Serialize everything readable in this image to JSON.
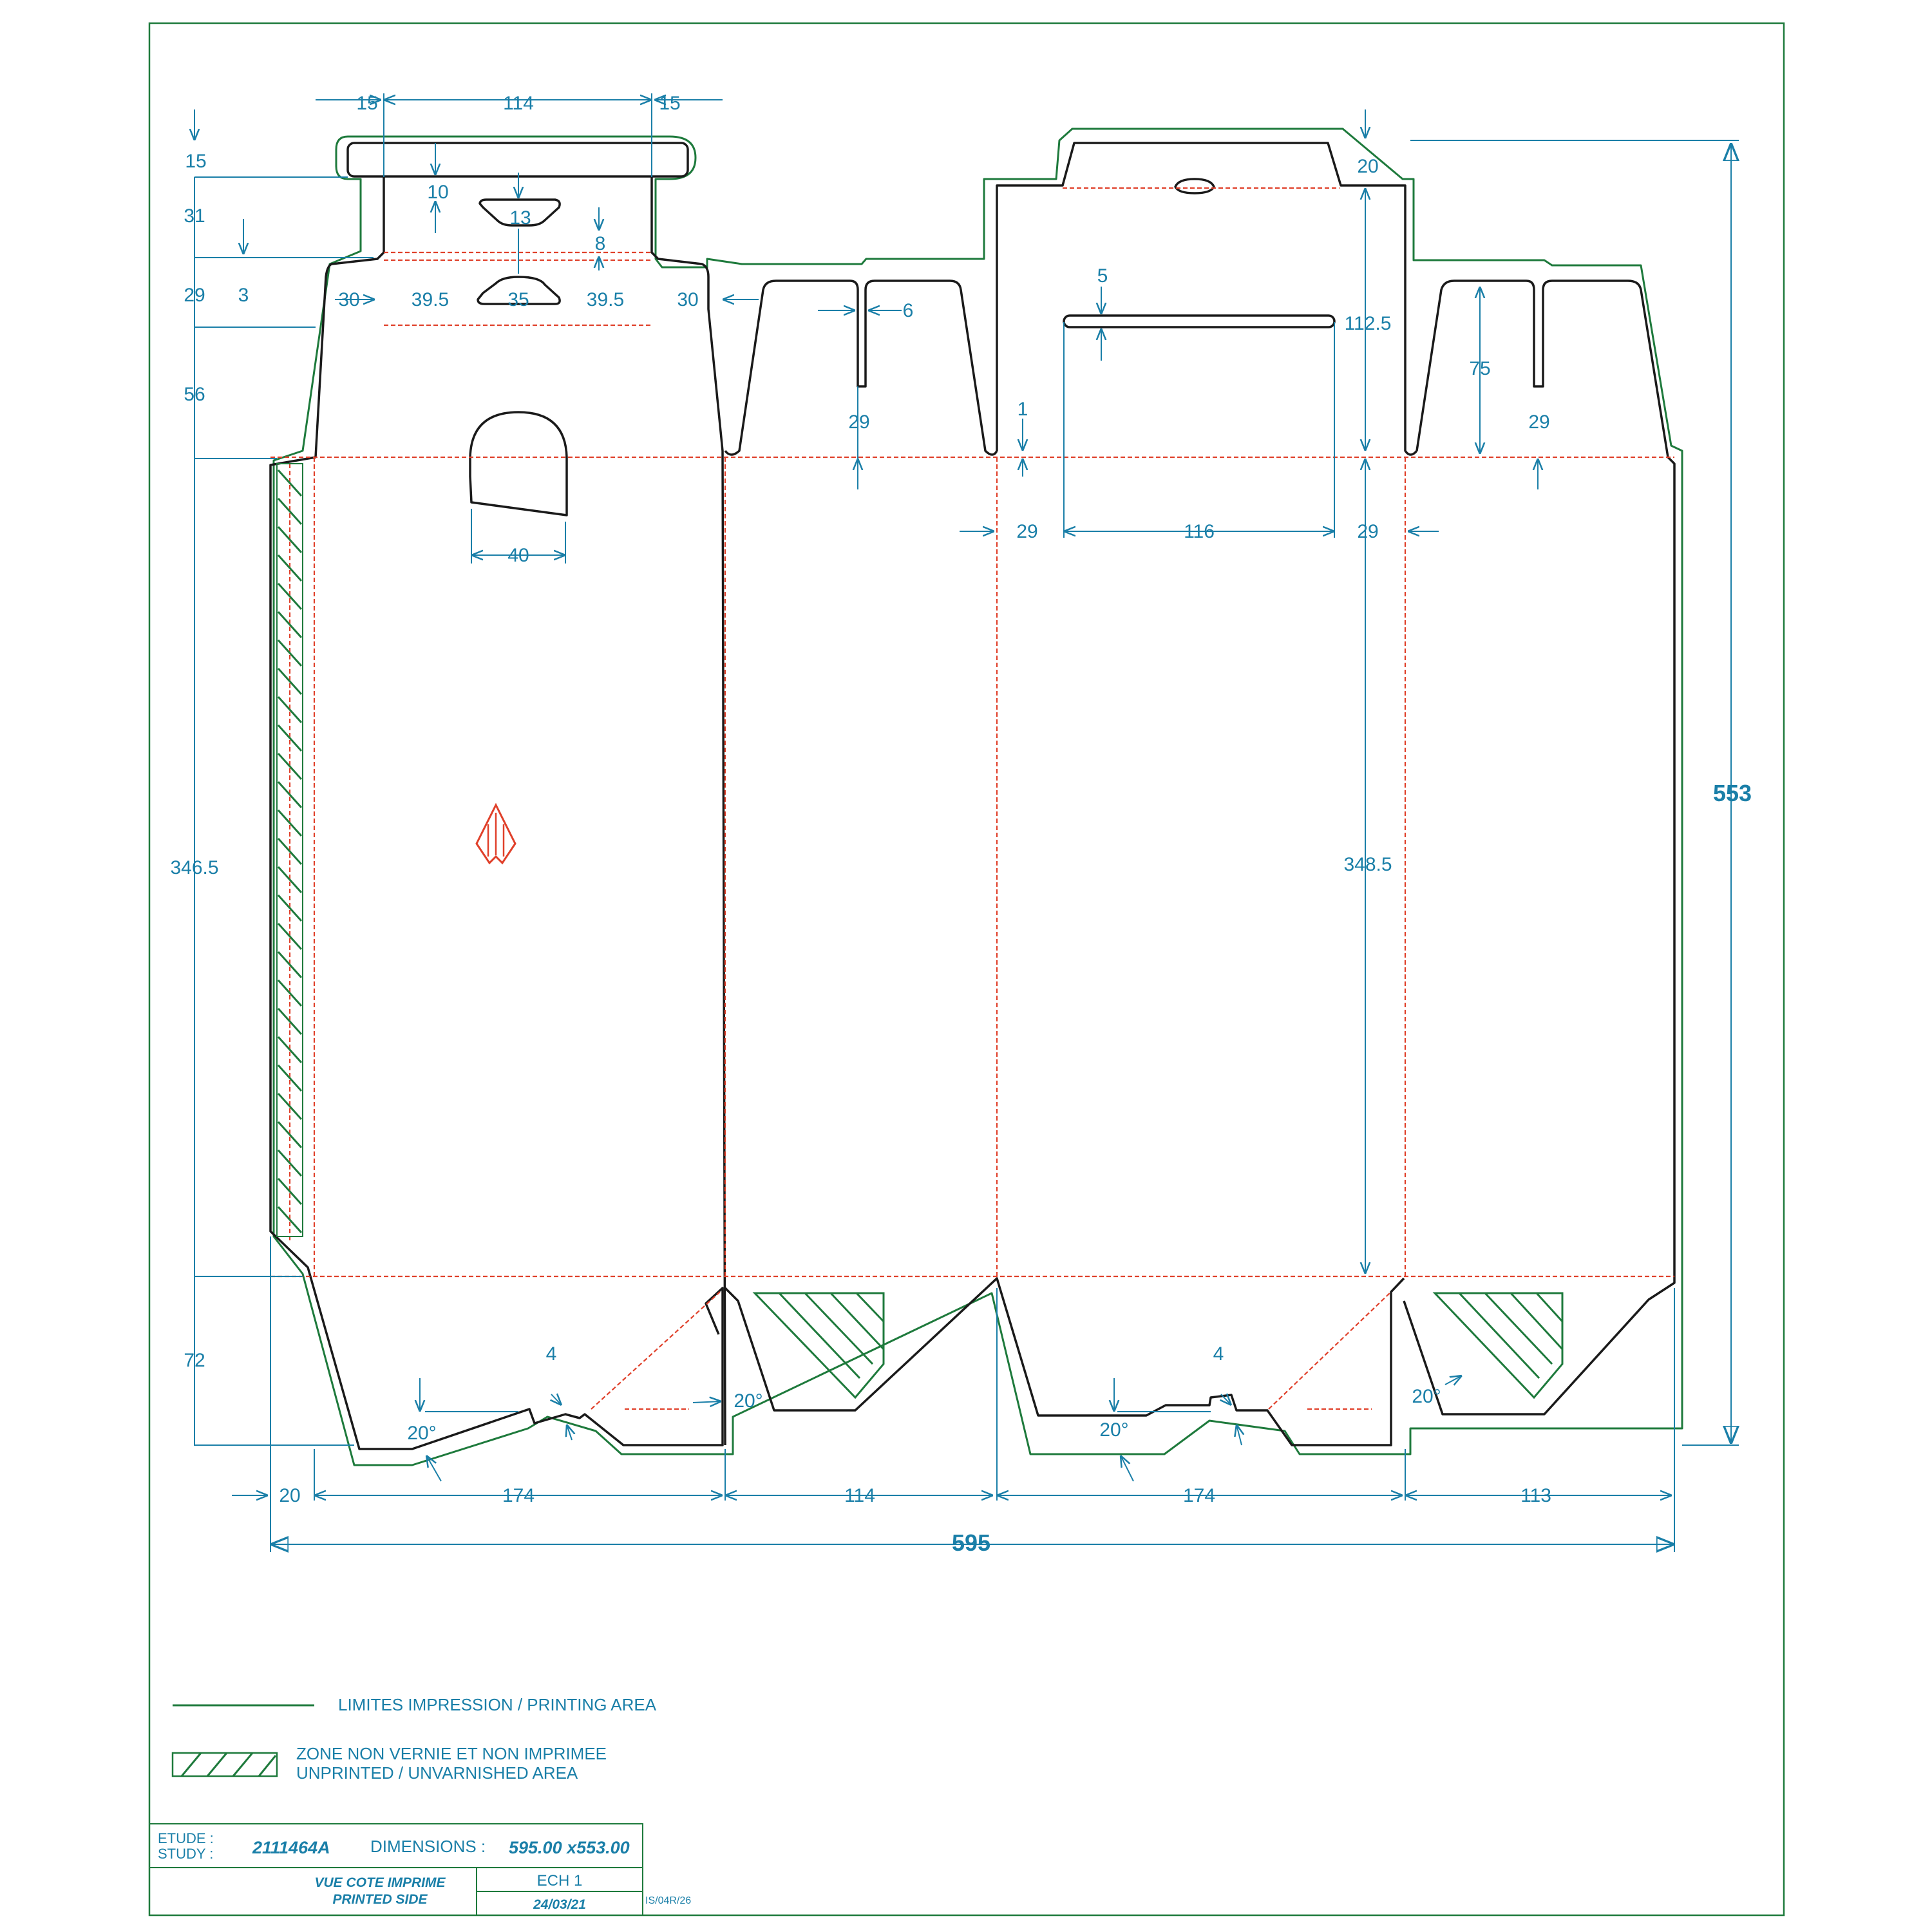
{
  "colors": {
    "dimension": "#1a7fa8",
    "cut_line": "#1a1a1a",
    "printing_limit": "#1e7a3c",
    "crease_line": "#e0402a"
  },
  "dimensions": {
    "overall_width": "595",
    "overall_height": "553",
    "handle_margin_left": "15",
    "handle_width": "114",
    "handle_margin_right": "15",
    "handle_height": "15",
    "handle_hole_top": "10",
    "handle_hole_width": "13",
    "handle_hole_gap": "8",
    "neck_height": "31",
    "neck_offset": "3",
    "lower_tab_height": "29",
    "tab_side_left": "30",
    "tab_segment_left": "39.5",
    "tab_center": "35",
    "tab_segment_right": "39.5",
    "tab_side_right": "30",
    "top_panel_height": "56",
    "front_height": "346.5",
    "bottom_height": "72",
    "glue_flap": "20",
    "panel_a": "174",
    "panel_b": "114",
    "panel_c": "174",
    "panel_d": "113",
    "slot_width_left": "6",
    "slot_depth_left": "29",
    "lid_tab_top": "20",
    "lid_slot_height": "5",
    "lid_height": "112.5",
    "lid_notch": "1",
    "lid_side_left": "29",
    "lid_slot_width": "116",
    "lid_side_right": "29",
    "slot_depth_right": "75",
    "slot_depth_right_b": "29",
    "window_width": "40",
    "back_height": "348.5",
    "bottom_tab_left": "4",
    "bottom_tab_right": "4",
    "angle_1": "20°",
    "angle_2": "20°",
    "angle_3": "20°",
    "angle_4": "20°"
  },
  "legend": {
    "printing_area": "LIMITES IMPRESSION / PRINTING AREA",
    "unprinted_line1": "ZONE NON VERNIE ET NON IMPRIMEE",
    "unprinted_line2": "UNPRINTED / UNVARNISHED AREA"
  },
  "title_block": {
    "etude_label": "ETUDE :",
    "study_label": "STUDY :",
    "study_number": "2111464A",
    "dimensions_label": "DIMENSIONS :",
    "dimensions_value": "595.00 x553.00",
    "view_line1": "VUE COTE IMPRIME",
    "view_line2": "PRINTED SIDE",
    "scale": "ECH 1",
    "date": "24/03/21",
    "reference": "IS/04R/26"
  }
}
